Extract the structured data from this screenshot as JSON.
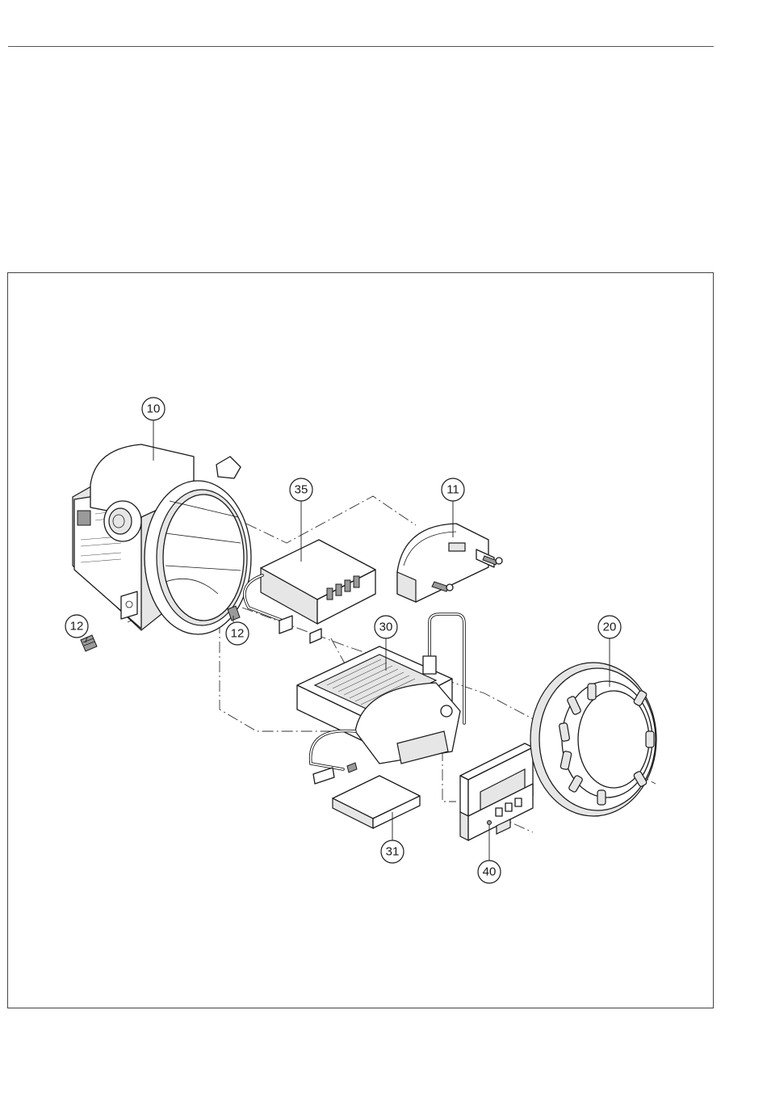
{
  "figure": {
    "callouts": [
      {
        "label": "10"
      },
      {
        "label": "11"
      },
      {
        "label": "12"
      },
      {
        "label": "12"
      },
      {
        "label": "20"
      },
      {
        "label": "30"
      },
      {
        "label": "31"
      },
      {
        "label": "35"
      },
      {
        "label": "40"
      }
    ]
  }
}
